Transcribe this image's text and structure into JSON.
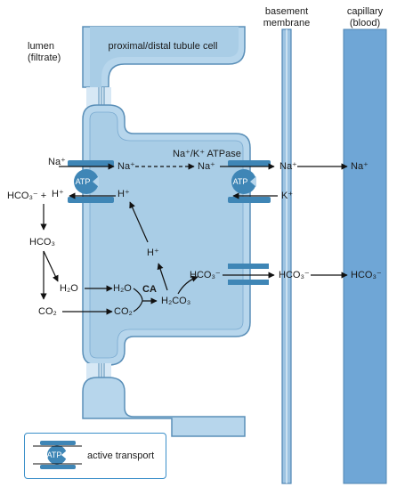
{
  "labels": {
    "lumen": "lumen",
    "lumen_sub": "(filtrate)",
    "cell": "proximal/distal tubule cell",
    "basement_1": "basement",
    "basement_2": "membrane",
    "capillary": "capillary",
    "capillary_sub": "(blood)",
    "pump": "Na⁺/K⁺ ATPase"
  },
  "species": {
    "na": "Na⁺",
    "k": "K⁺",
    "h": "H⁺",
    "hco3_ion": "HCO₃⁻",
    "hco3_ion_plus": "HCO₃⁻ +",
    "hco3": "HCO₃",
    "h2o": "H₂O",
    "co2": "CO₂",
    "h2co3": "H₂CO₃",
    "ca": "CA"
  },
  "atp": "ATP",
  "legend": {
    "text": "active transport"
  },
  "colors": {
    "cell_fill": "#b7d6ec",
    "cell_border": "#5a8fb8",
    "capillary_fill": "#6fa6d6",
    "transporter": "#3f86b6",
    "legend_border": "#3b8fc9"
  }
}
